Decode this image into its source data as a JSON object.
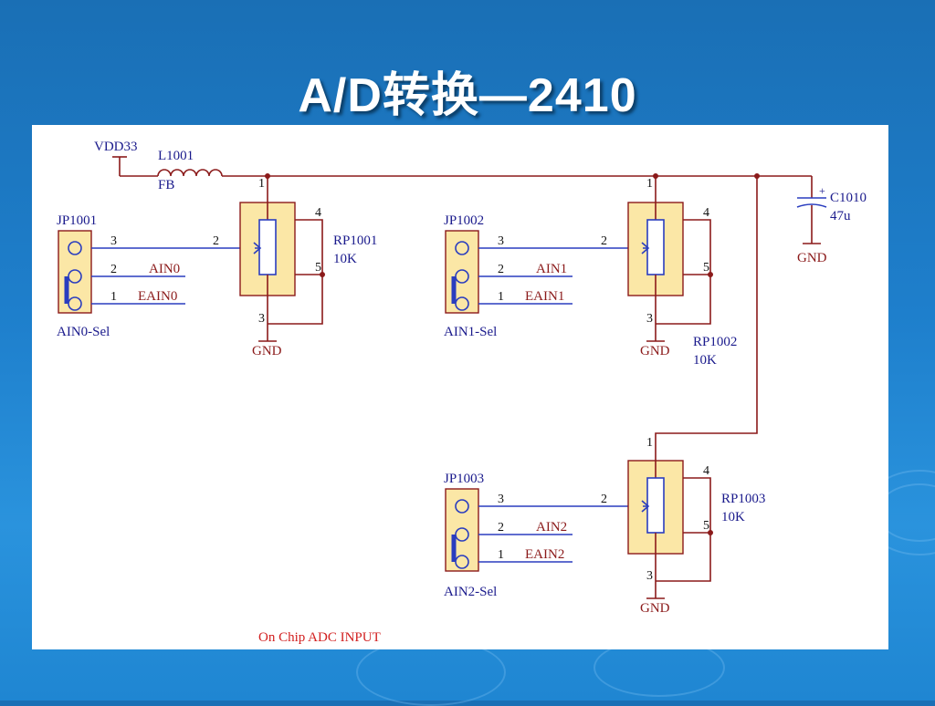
{
  "slide": {
    "title": "A/D转换—2410"
  },
  "schematic": {
    "power": {
      "vdd": "VDD33",
      "inductor_ref": "L1001",
      "inductor_type": "FB"
    },
    "capacitor": {
      "ref": "C1010",
      "value": "47u",
      "plus": "+",
      "gnd": "GND"
    },
    "gnd_label": "GND",
    "pins": {
      "p1": "1",
      "p2": "2",
      "p3": "3",
      "p4": "4",
      "p5": "5"
    },
    "jumpers": [
      {
        "ref": "JP1001",
        "net2": "AIN0",
        "net1": "EAIN0",
        "sel": "AIN0-Sel"
      },
      {
        "ref": "JP1002",
        "net2": "AIN1",
        "net1": "EAIN1",
        "sel": "AIN1-Sel"
      },
      {
        "ref": "JP1003",
        "net2": "AIN2",
        "net1": "EAIN2",
        "sel": "AIN2-Sel"
      }
    ],
    "pots": [
      {
        "ref": "RP1001",
        "value": "10K"
      },
      {
        "ref": "RP1002",
        "value": "10K"
      },
      {
        "ref": "RP1003",
        "value": "10K"
      }
    ],
    "footer": "On Chip ADC INPUT"
  },
  "colors": {
    "wire": "#8b1a1a",
    "component_fill": "#fbe7a6",
    "label": "#1a1a8c",
    "footer": "#d22020"
  }
}
